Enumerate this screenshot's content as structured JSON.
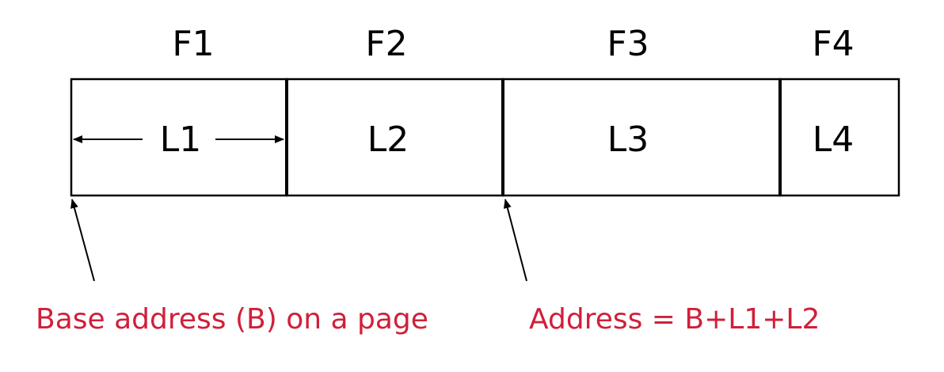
{
  "fields": [
    {
      "name": "F1",
      "length": "L1"
    },
    {
      "name": "F2",
      "length": "L2"
    },
    {
      "name": "F3",
      "length": "L3"
    },
    {
      "name": "F4",
      "length": "L4"
    }
  ],
  "annotations": {
    "base": "Base address (B) on a page",
    "address": "Address = B+L1+L2"
  },
  "colors": {
    "annotation": "#d0203a",
    "stroke": "#000000"
  }
}
